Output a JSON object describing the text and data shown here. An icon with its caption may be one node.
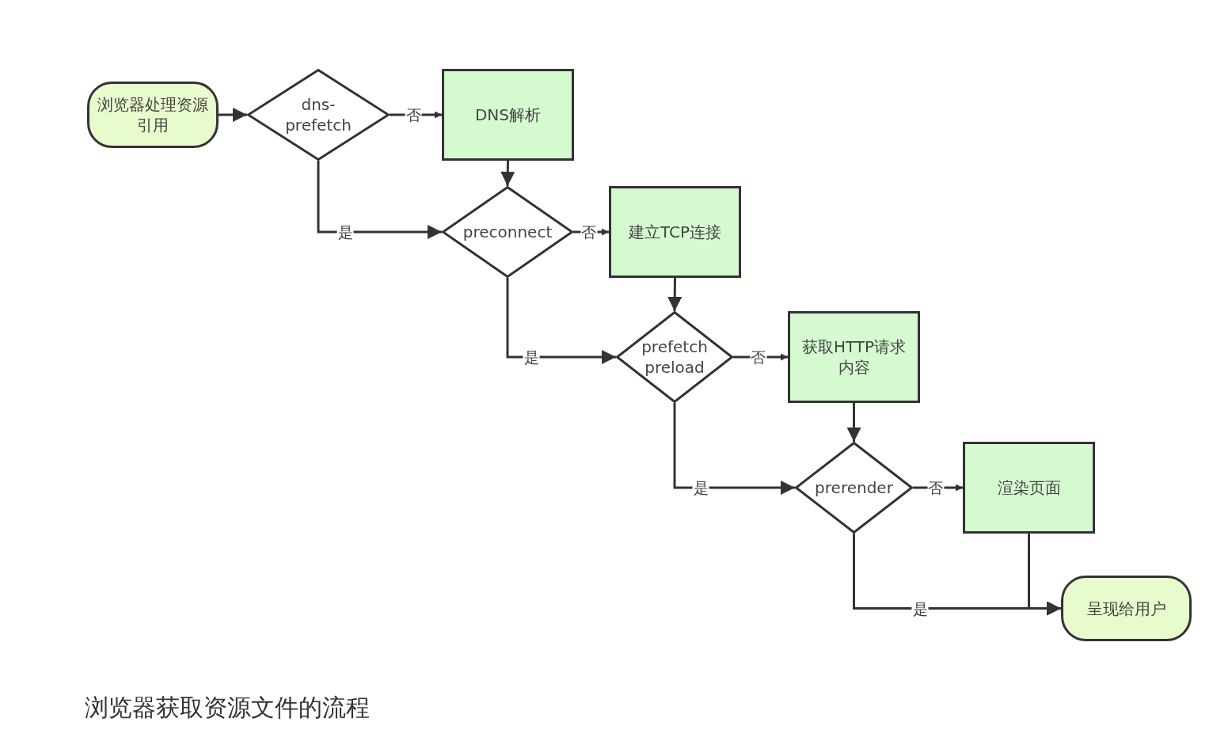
{
  "diagram": {
    "caption": "浏览器获取资源文件的流程",
    "nodes": [
      {
        "text": [
          "浏览器处理资源引用"
        ]
      },
      {
        "text": [
          "dns-prefetch"
        ]
      },
      {
        "text": [
          "DNS解析"
        ]
      },
      {
        "text": [
          "preconnect"
        ]
      },
      {
        "text": [
          "建立TCP连接"
        ]
      },
      {
        "text": [
          "prefetch preload"
        ]
      },
      {
        "text": [
          "获取HTTP请求内容"
        ]
      },
      {
        "text": [
          "prerender"
        ]
      },
      {
        "text": [
          "渲染页面"
        ]
      },
      {
        "text": [
          "呈现给用户"
        ]
      }
    ],
    "edges": [
      {
        "from": 0,
        "to": 1,
        "arrow": "to"
      },
      {
        "from": 1,
        "to": 2,
        "arrow": "to",
        "label": "否"
      },
      {
        "from": 1,
        "to": 3,
        "arrow": "to",
        "label": "是"
      },
      {
        "from": 2,
        "to": 3,
        "arrow": "to"
      },
      {
        "from": 3,
        "to": 4,
        "arrow": "to",
        "label": "否"
      },
      {
        "from": 3,
        "to": 5,
        "arrow": "to",
        "label": "是"
      },
      {
        "from": 4,
        "to": 5,
        "arrow": "to"
      },
      {
        "from": 5,
        "to": 6,
        "arrow": "to",
        "label": "否"
      },
      {
        "from": 5,
        "to": 7,
        "arrow": "to",
        "label": "是"
      },
      {
        "from": 6,
        "to": 7,
        "arrow": "to"
      },
      {
        "from": 7,
        "to": 8,
        "arrow": "to",
        "label": "否"
      },
      {
        "from": 7,
        "to": 9,
        "arrow": "to",
        "label": "是"
      },
      {
        "from": 8,
        "to": 9,
        "arrow": "to"
      }
    ]
  }
}
